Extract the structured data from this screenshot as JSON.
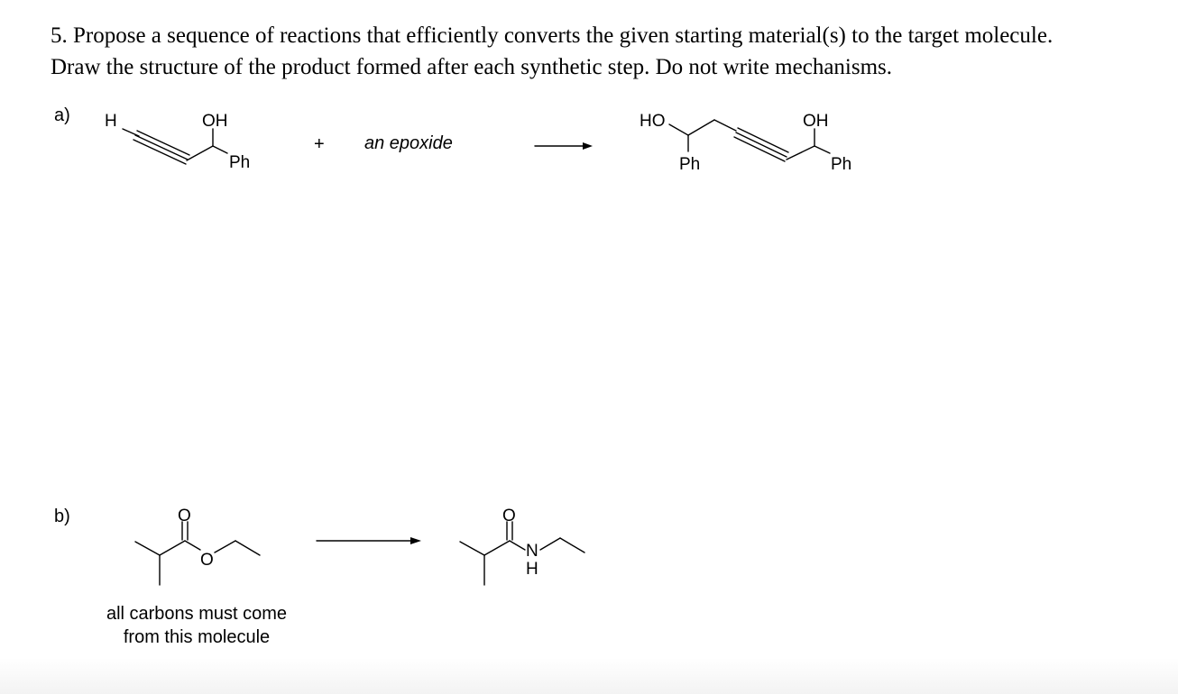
{
  "question": {
    "line1": "5. Propose a sequence of reactions that efficiently converts the given starting material(s) to the target molecule.",
    "line2": "Draw the structure of the product formed after each synthetic step. Do not write mechanisms."
  },
  "part_a": {
    "label": "a)",
    "start_H": "H",
    "start_OH": "OH",
    "start_Ph": "Ph",
    "plus": "+",
    "reagent": "an epoxide",
    "target_HO": "HO",
    "target_Ph_left": "Ph",
    "target_OH": "OH",
    "target_Ph_right": "Ph"
  },
  "part_b": {
    "label": "b)",
    "start_O_carbonyl": "O",
    "start_O_ester": "O",
    "target_O_carbonyl": "O",
    "target_N": "N",
    "target_H": "H",
    "note_line1": "all carbons must come",
    "note_line2": "from this molecule"
  }
}
